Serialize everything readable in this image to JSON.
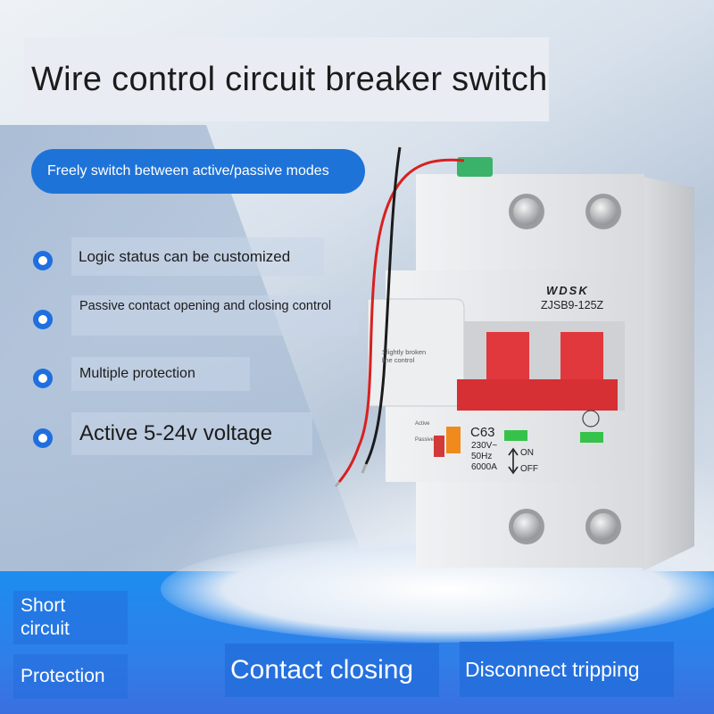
{
  "title": "Wire control circuit breaker switch",
  "mode_pill": "Freely switch between active/passive modes",
  "features": [
    "Logic status can be customized",
    "Passive contact opening and closing control",
    "Multiple protection",
    "Active 5-24v voltage"
  ],
  "bottom_tags": {
    "short_circuit": "Short circuit",
    "protection": "Protection",
    "contact_closing": "Contact closing",
    "disconnect_tripping": "Disconnect tripping"
  },
  "device": {
    "brand": "WDSK",
    "model": "ZJSB9-125Z",
    "rating": "C63",
    "voltage": "230V~",
    "frequency": "50Hz",
    "breaking_capacity": "6000A",
    "on_label": "ON",
    "off_label": "OFF",
    "side_label_1": "Slightly broken",
    "side_label_2": "line control",
    "active_label": "Active",
    "passive_label": "Passive"
  },
  "colors": {
    "accent_blue": "#1e73d8",
    "handle_red": "#e0383c",
    "indicator_green": "#36c24a"
  }
}
